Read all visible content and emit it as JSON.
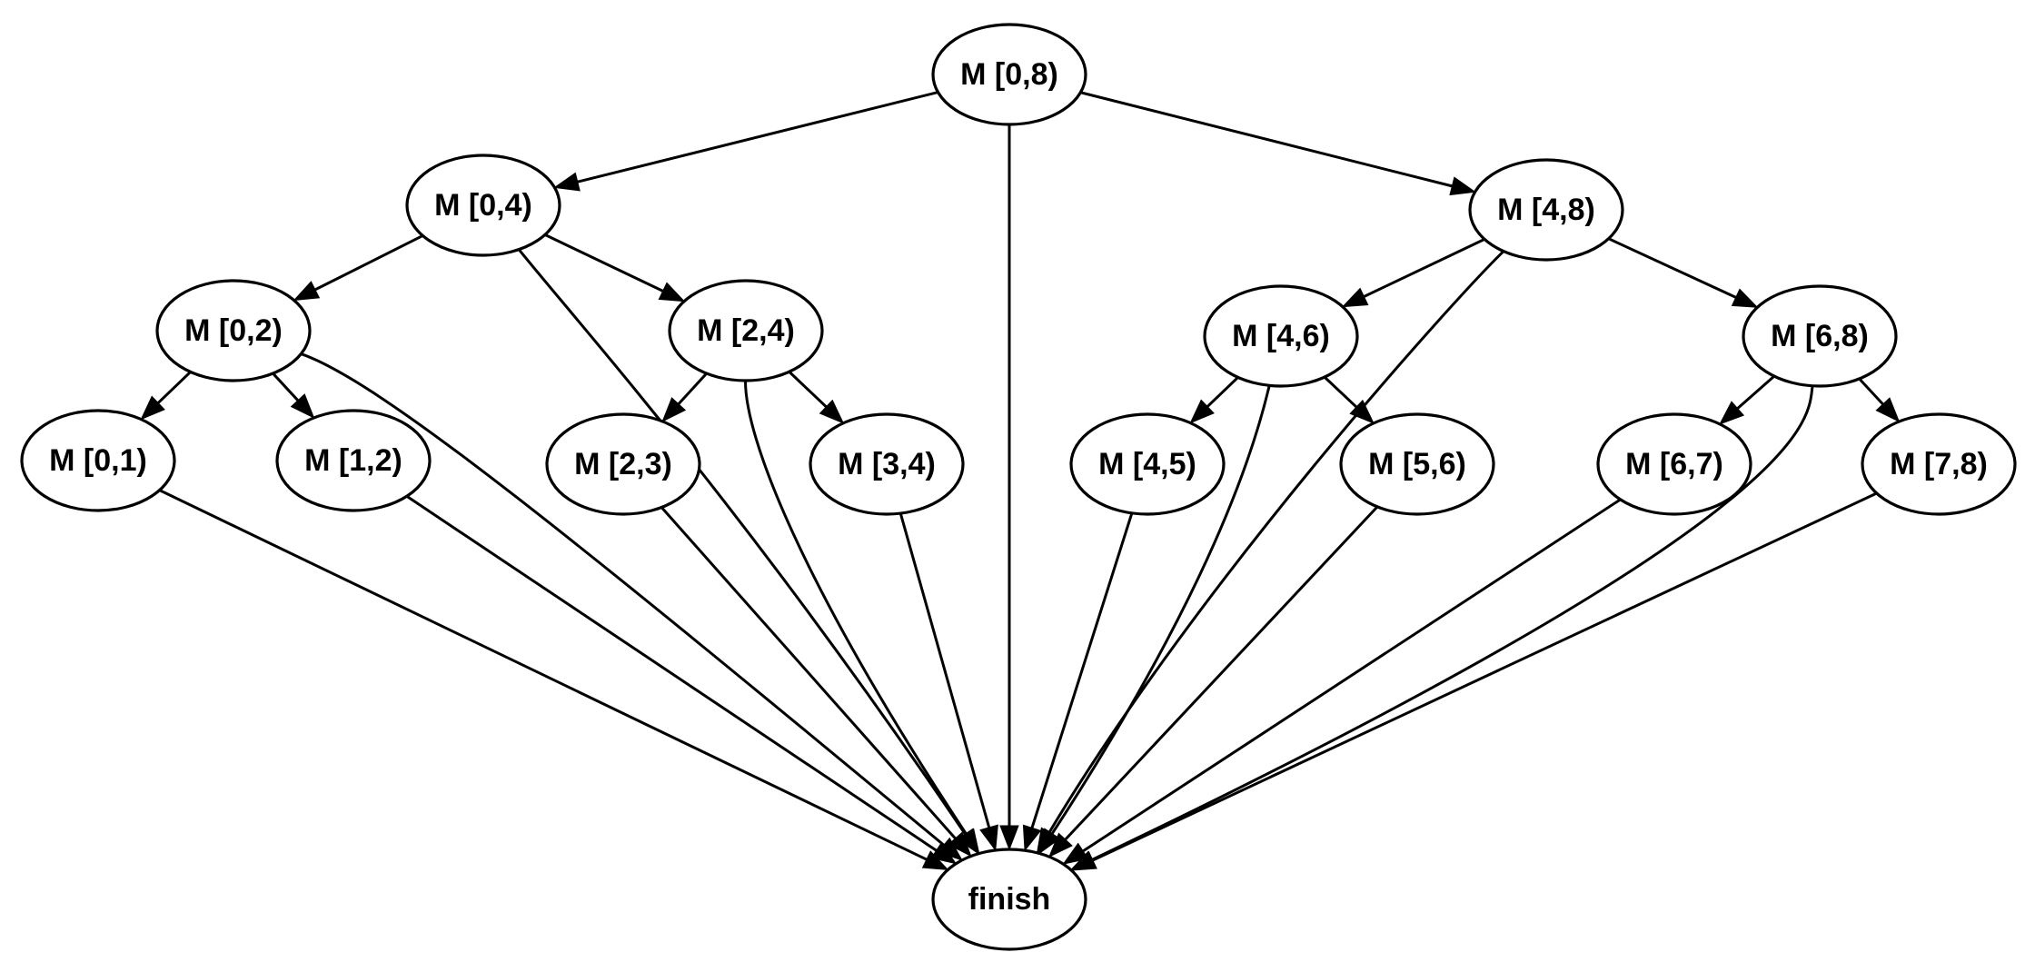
{
  "nodes": [
    {
      "id": "m08",
      "label": "M [0,8)"
    },
    {
      "id": "m04",
      "label": "M [0,4)"
    },
    {
      "id": "m48",
      "label": "M [4,8)"
    },
    {
      "id": "m02",
      "label": "M [0,2)"
    },
    {
      "id": "m24",
      "label": "M [2,4)"
    },
    {
      "id": "m46",
      "label": "M [4,6)"
    },
    {
      "id": "m68",
      "label": "M [6,8)"
    },
    {
      "id": "m01",
      "label": "M [0,1)"
    },
    {
      "id": "m12",
      "label": "M [1,2)"
    },
    {
      "id": "m23",
      "label": "M [2,3)"
    },
    {
      "id": "m34",
      "label": "M [3,4)"
    },
    {
      "id": "m45",
      "label": "M [4,5)"
    },
    {
      "id": "m56",
      "label": "M [5,6)"
    },
    {
      "id": "m67",
      "label": "M [6,7)"
    },
    {
      "id": "m78",
      "label": "M [7,8)"
    },
    {
      "id": "finish",
      "label": "finish"
    }
  ],
  "edges": [
    {
      "from": "m08",
      "to": "m04"
    },
    {
      "from": "m08",
      "to": "m48"
    },
    {
      "from": "m08",
      "to": "finish"
    },
    {
      "from": "m04",
      "to": "m02"
    },
    {
      "from": "m04",
      "to": "m24"
    },
    {
      "from": "m04",
      "to": "finish"
    },
    {
      "from": "m48",
      "to": "m46"
    },
    {
      "from": "m48",
      "to": "m68"
    },
    {
      "from": "m48",
      "to": "finish"
    },
    {
      "from": "m02",
      "to": "m01"
    },
    {
      "from": "m02",
      "to": "m12"
    },
    {
      "from": "m02",
      "to": "finish"
    },
    {
      "from": "m24",
      "to": "m23"
    },
    {
      "from": "m24",
      "to": "m34"
    },
    {
      "from": "m24",
      "to": "finish"
    },
    {
      "from": "m46",
      "to": "m45"
    },
    {
      "from": "m46",
      "to": "m56"
    },
    {
      "from": "m46",
      "to": "finish"
    },
    {
      "from": "m68",
      "to": "m67"
    },
    {
      "from": "m68",
      "to": "m78"
    },
    {
      "from": "m68",
      "to": "finish"
    },
    {
      "from": "m01",
      "to": "finish"
    },
    {
      "from": "m12",
      "to": "finish"
    },
    {
      "from": "m23",
      "to": "finish"
    },
    {
      "from": "m34",
      "to": "finish"
    },
    {
      "from": "m45",
      "to": "finish"
    },
    {
      "from": "m56",
      "to": "finish"
    },
    {
      "from": "m67",
      "to": "finish"
    },
    {
      "from": "m78",
      "to": "finish"
    }
  ]
}
